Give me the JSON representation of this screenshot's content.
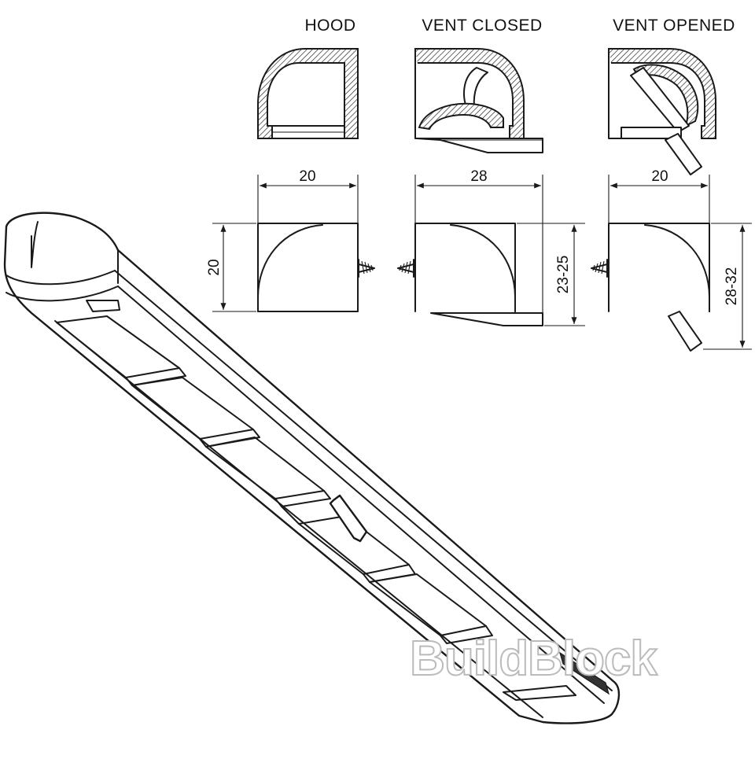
{
  "section_titles": {
    "hood": "HOOD",
    "vent_closed": "VENT CLOSED",
    "vent_opened": "VENT OPENED"
  },
  "dimensions": {
    "hood_width": "20",
    "hood_height": "20",
    "closed_width": "28",
    "closed_height": "23-25",
    "opened_width": "20",
    "opened_height": "28-32"
  },
  "watermark": "BuildBlock",
  "colors": {
    "line": "#1a1a1a",
    "background": "#ffffff",
    "watermark_outline": "#bbbbbb"
  }
}
